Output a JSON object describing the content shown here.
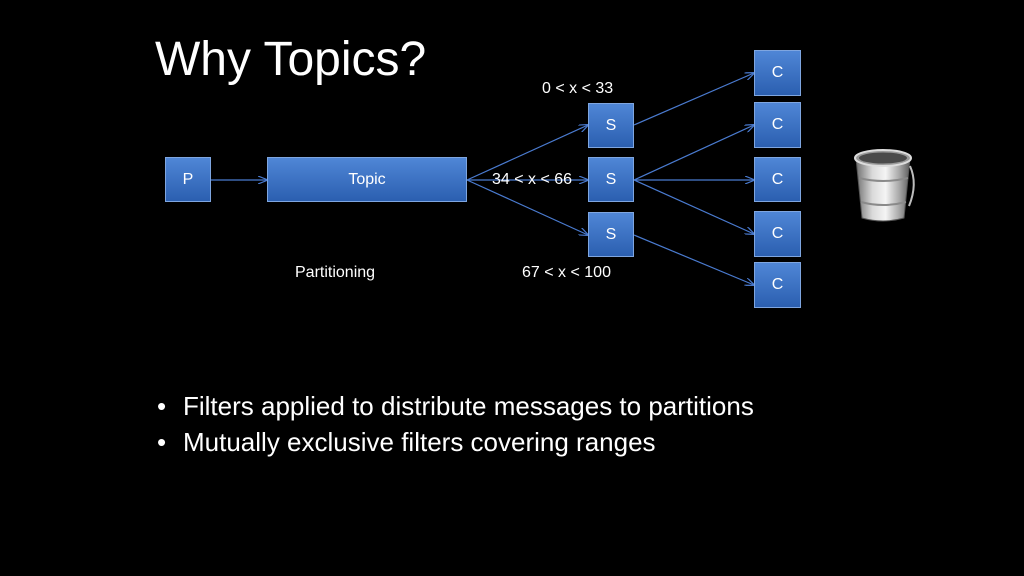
{
  "slide": {
    "title": "Why Topics?"
  },
  "diagram": {
    "producer": "P",
    "topic": "Topic",
    "subscribers": [
      "S",
      "S",
      "S"
    ],
    "consumers": [
      "C",
      "C",
      "C",
      "C",
      "C"
    ],
    "range_labels": [
      "0 < x < 33",
      "34 < x < 66",
      "67 < x < 100"
    ],
    "partitioning_label": "Partitioning",
    "colors": {
      "box_fill": "#3a6fc4",
      "box_border": "#7fa6e0",
      "arrow": "#4a7bd0"
    },
    "icons": [
      "bucket-icon"
    ]
  },
  "bullets": [
    "Filters applied to distribute messages to partitions",
    "Mutually exclusive filters covering ranges"
  ]
}
